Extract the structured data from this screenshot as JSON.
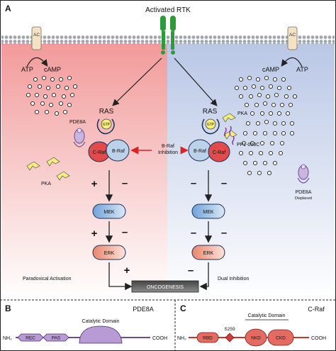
{
  "panel_a": {
    "letter": "A",
    "top_label": "Activated RTK",
    "left": {
      "ac": "AC",
      "atp": "ATP",
      "camp": "cAMP",
      "pde8a": "PDE8A",
      "ras": "RAS",
      "gtp": "GTP",
      "craf": "C-Raf",
      "braf": "B-Raf",
      "pka": "PKA",
      "mek": "MEK",
      "erk": "ERK",
      "signs": [
        "+",
        "–",
        "+",
        "–",
        "+"
      ],
      "outcome": "Paradoxical Activation"
    },
    "center": {
      "inhibition_line1": "B-Raf",
      "inhibition_line2": "Inhibition",
      "oncogenesis": "ONCOGENESIS"
    },
    "right": {
      "ac": "AC",
      "atp": "ATP",
      "camp": "cAMP",
      "ras": "RAS",
      "gtp": "GTP",
      "pka": "PKA",
      "braf": "B-Raf",
      "craf": "C-Raf",
      "drug": "PPL-008C",
      "mek": "MEK",
      "erk": "ERK",
      "signs": [
        "–",
        "–",
        "–",
        "–",
        "–"
      ],
      "pde8a": "PDE8A",
      "pde8a_note": "Displaced",
      "outcome": "Dual Inhibition"
    }
  },
  "panel_b": {
    "letter": "B",
    "title": "PDE8A",
    "nh2": "NH₂",
    "rec": "REC",
    "pas": "PAS",
    "catalytic": "Catalytic Domain",
    "cooh": "COOH"
  },
  "panel_c": {
    "letter": "C",
    "title": "C-Raf",
    "nh2": "NH₂",
    "rbd": "RBD",
    "s259": "S259",
    "nkd": "NKD",
    "ckd": "CKD",
    "catalytic": "Catalytic Domain",
    "cooh": "COOH"
  },
  "colors": {
    "left_bg": "#f4a9a9",
    "right_bg": "#c9d3ea",
    "receptor": "#2e9a3a",
    "ac": "#f3e2c6",
    "pka": "#f6ee7a",
    "pde8a": "#c9b5dd",
    "mek": "#9fc3e6",
    "erk": "#f0b9a8",
    "craf": "#e24b4b",
    "braf": "#bcd1ea",
    "domain_b": "#b89ad4",
    "domain_c": "#e56b62",
    "inhibitor": "#d23a3a"
  }
}
